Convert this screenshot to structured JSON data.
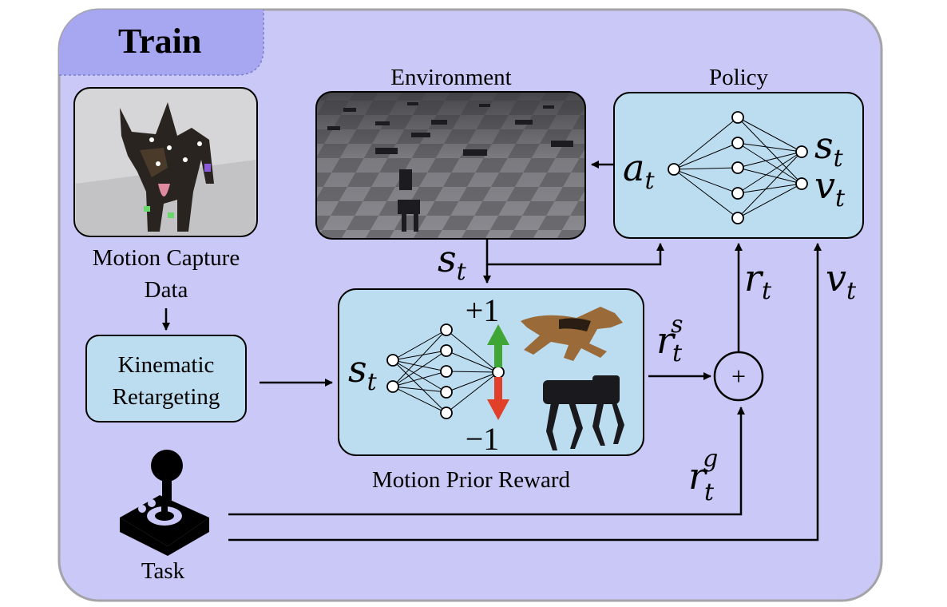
{
  "panel": {
    "title": "Train"
  },
  "mocap": {
    "label_line1": "Motion Capture",
    "label_line2": "Data"
  },
  "retarget": {
    "label_line1": "Kinematic",
    "label_line2": "Retargeting"
  },
  "environment": {
    "title": "Environment"
  },
  "policy": {
    "title": "Policy",
    "input": "a",
    "input_sub": "t",
    "output1": "s",
    "output1_sub": "t",
    "output2": "v",
    "output2_sub": "t"
  },
  "reward": {
    "title": "Motion Prior Reward",
    "input": "s",
    "input_sub": "t",
    "top_value": "+1",
    "bottom_value": "−1"
  },
  "signals": {
    "state": "s",
    "state_sub": "t",
    "reward_total": "r",
    "reward_total_sub": "t",
    "value": "v",
    "value_sub": "t",
    "style_reward": "r",
    "style_reward_sub": "t",
    "style_reward_sup": "s",
    "task_reward": "r",
    "task_reward_sub": "t",
    "task_reward_sup": "g",
    "sum_symbol": "+"
  },
  "task": {
    "label": "Task"
  },
  "colors": {
    "panel_fill": "#c9c8f7",
    "tab_fill": "#a7a6f0",
    "box_fill": "#bcdcf0",
    "arrow_up": "#3fa535",
    "arrow_down": "#e0402a"
  }
}
